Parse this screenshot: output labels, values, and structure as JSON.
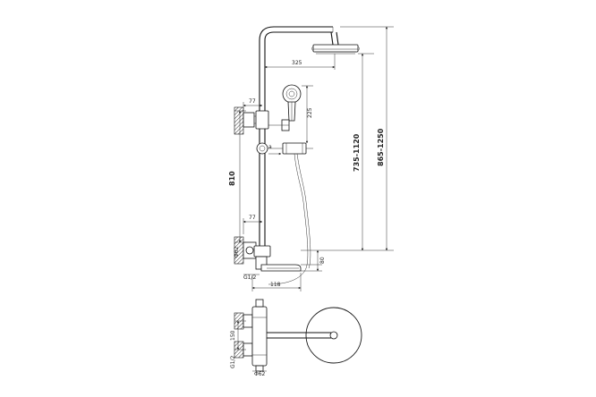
{
  "dimensions": {
    "arm_reach": "325",
    "handshower_height": "225",
    "pipe_offset_top": "77",
    "pipe_offset_bottom": "77",
    "bar_height": "810",
    "height_range_outlet": "735-1120",
    "height_range_total": "865-1250",
    "spout_drop": "80",
    "spout_reach": "118",
    "connection_thread": "G1/2",
    "connection_diameter": "Φ62",
    "mixer_spacing": "150",
    "plan_thread": "G1/2",
    "plan_diameter": "Φ62",
    "small_mark_a": "a",
    "small_mark_b": "Φ3"
  }
}
